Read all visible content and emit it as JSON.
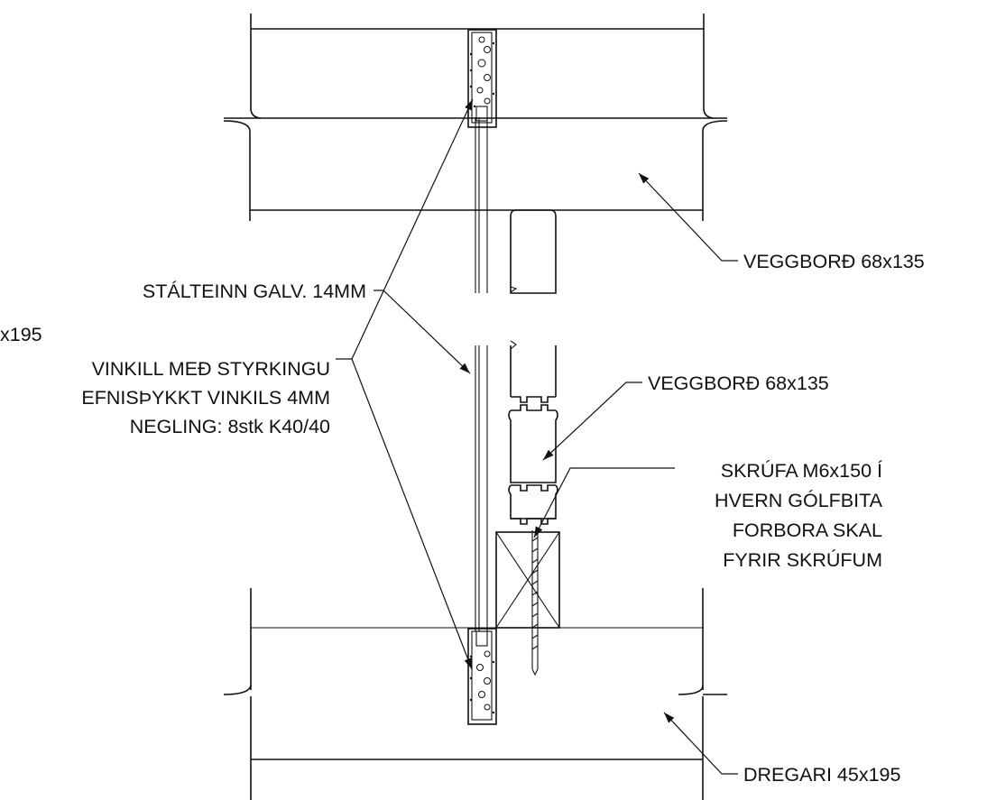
{
  "labels": {
    "veggbord_upper": "VEGGBORÐ 68x135",
    "stalteinn": "STÁLTEINN GALV. 14MM",
    "cut_left": "x195",
    "vinkill_line1": "VINKILL MEÐ STYRKINGU",
    "vinkill_line2": "EFNISÞYKKT VINKILS 4MM",
    "vinkill_line3": "NEGLING: 8stk K40/40",
    "veggbord_middle": "VEGGBORÐ 68x135",
    "skrufa_line1": "SKRÚFA M6x150 Í",
    "skrufa_line2": "HVERN GÓLFBITA",
    "skrufa_line3": "FORBORA SKAL",
    "skrufa_line4": "FYRIR SKRÚFUM",
    "dregari": "DREGARI 45x195"
  },
  "colors": {
    "line": "#111111",
    "background": "#ffffff"
  }
}
